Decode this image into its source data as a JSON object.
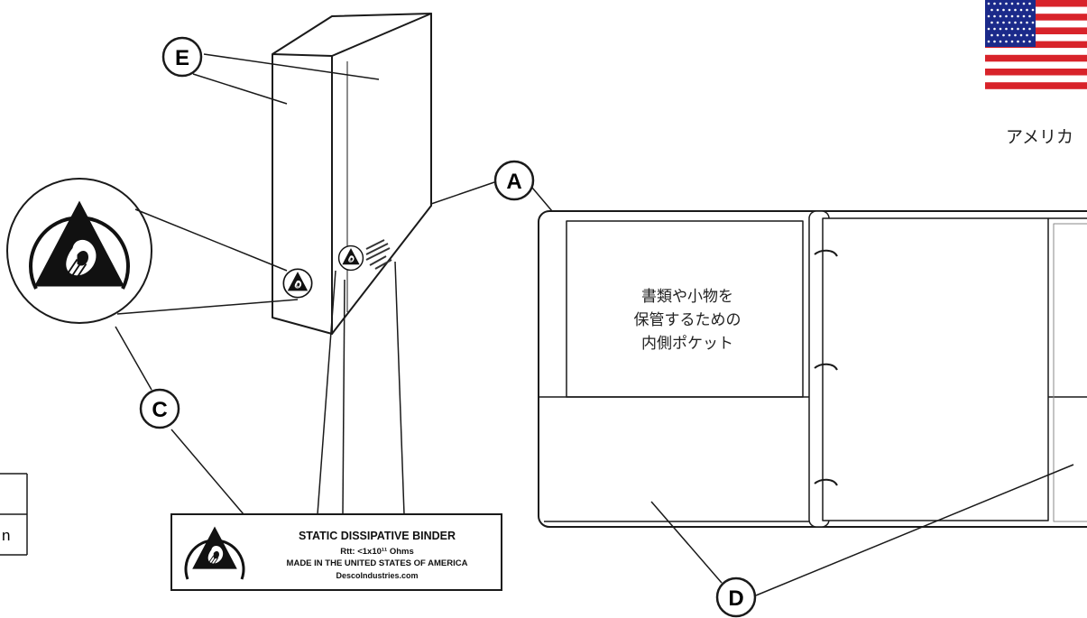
{
  "callouts": {
    "a": "A",
    "c": "C",
    "d": "D",
    "e": "E"
  },
  "pocket_text": {
    "line1": "書類や小物を",
    "line2": "保管するための",
    "line3": "内側ポケット"
  },
  "flag_caption": "アメリカ",
  "label": {
    "title": "STATIC DISSIPATIVE BINDER",
    "rtt": "Rtt: <1x10¹¹ Ohms",
    "made_in": "MADE IN THE UNITED STATES OF AMERICA",
    "url": "DescoIndustries.com"
  },
  "left_table": {
    "row2_fragment": "n"
  },
  "colors": {
    "line": "#1a1a1a",
    "flag_red": "#d8232a",
    "flag_blue": "#1b2a8a",
    "flag_white": "#ffffff"
  },
  "icons": {
    "esd": "esd-warning-icon",
    "flag": "usa-flag-icon"
  }
}
